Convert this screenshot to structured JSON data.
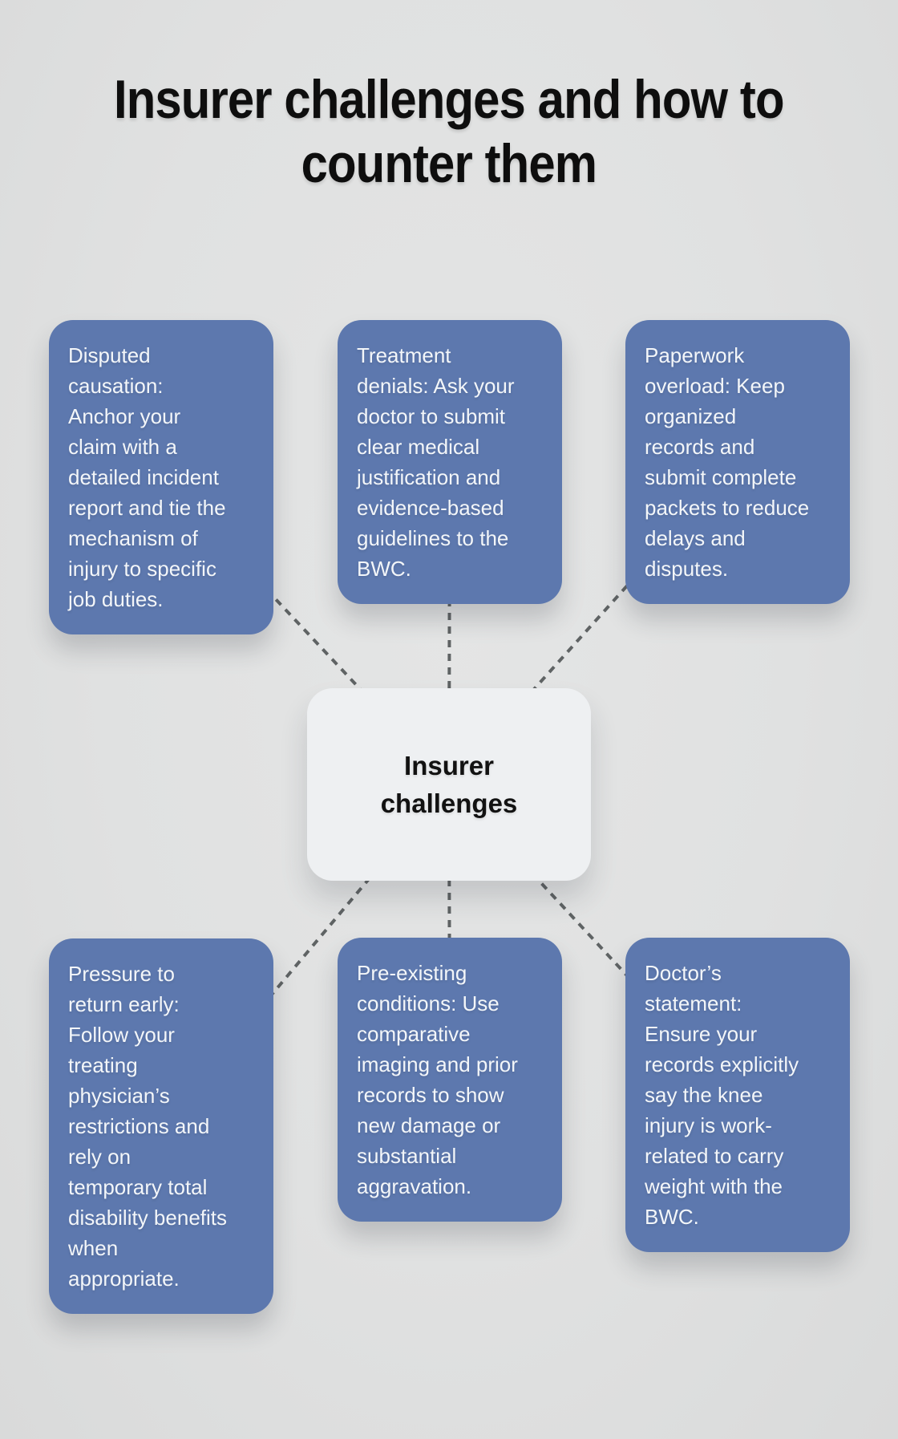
{
  "title": "Insurer challenges and how to\ncounter them",
  "hub": {
    "label": "Insurer\nchallenges"
  },
  "nodes": [
    {
      "id": "disputed-causation",
      "label": "Disputed\ncausation:\nAnchor your\nclaim with a\ndetailed incident\nreport and tie the\nmechanism of\ninjury to specific\njob duties."
    },
    {
      "id": "treatment-denials",
      "label": "Treatment\ndenials: Ask your\ndoctor to submit\nclear medical\njustification and\nevidence-based\nguidelines to the\nBWC."
    },
    {
      "id": "paperwork-overload",
      "label": "Paperwork\noverload: Keep\norganized\nrecords and\nsubmit complete\npackets to reduce\ndelays and\ndisputes."
    },
    {
      "id": "pressure-to-return-early",
      "label": "Pressure to\nreturn early:\nFollow your\ntreating\nphysician’s\nrestrictions and\nrely on\ntemporary total\ndisability benefits\nwhen\nappropriate."
    },
    {
      "id": "pre-existing-conditions",
      "label": "Pre-existing\nconditions: Use\ncomparative\nimaging and prior\nrecords to show\nnew damage or\nsubstantial\naggravation."
    },
    {
      "id": "doctors-statement",
      "label": "Doctor’s\nstatement:\nEnsure your\nrecords explicitly\nsay the knee\ninjury is work-\nrelated to carry\nweight with the\nBWC."
    }
  ],
  "colors": {
    "background": "#e0e1e1",
    "node_fill": "#5d78ae",
    "node_text": "#f3f6f9",
    "hub_fill": "#eef0f2",
    "hub_text": "#121212",
    "connector": "#5f6364",
    "title": "#0e0e0e"
  }
}
